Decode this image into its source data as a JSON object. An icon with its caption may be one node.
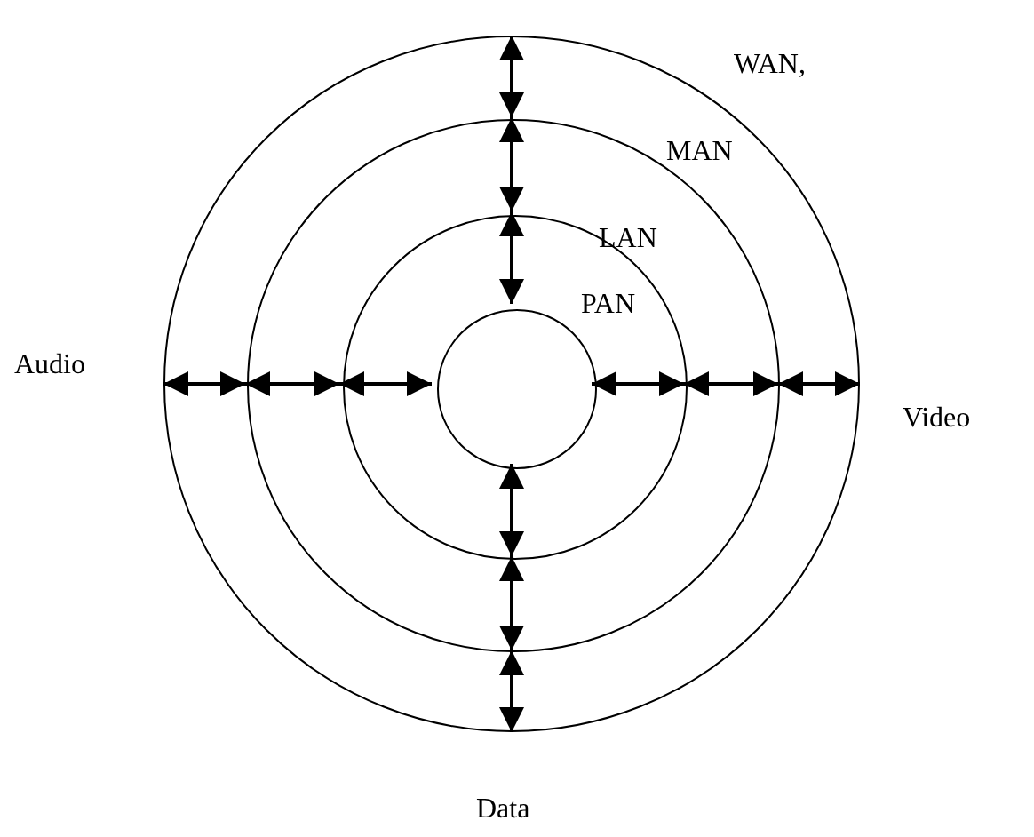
{
  "diagram": {
    "nodes": [
      {
        "text": [
          "WAN,"
        ]
      },
      {
        "text": [
          "MAN"
        ],
        "in": 0
      },
      {
        "text": [
          "LAN"
        ],
        "in": 1
      },
      {
        "text": [
          "PAN"
        ],
        "in": 2
      }
    ],
    "edges": [
      {
        "from": 0,
        "to": 1,
        "arrow": "both"
      },
      {
        "from": 1,
        "to": 2,
        "arrow": "both"
      },
      {
        "from": 2,
        "to": 3,
        "arrow": "both"
      },
      {
        "from": 3,
        "to": 2,
        "arrow": "both"
      },
      {
        "from": 2,
        "to": 1,
        "arrow": "both"
      },
      {
        "from": 1,
        "to": 0,
        "arrow": "both"
      },
      {
        "from": 3,
        "to": 2,
        "arrow": "both"
      },
      {
        "from": 2,
        "to": 1,
        "arrow": "both"
      },
      {
        "from": 1,
        "to": 0,
        "arrow": "both"
      },
      {
        "from": 0,
        "to": 1,
        "arrow": "both"
      },
      {
        "from": 1,
        "to": 2,
        "arrow": "both"
      },
      {
        "from": 2,
        "to": 3,
        "arrow": "both"
      }
    ],
    "labels": [
      "Audio",
      "Video",
      "Data"
    ]
  }
}
